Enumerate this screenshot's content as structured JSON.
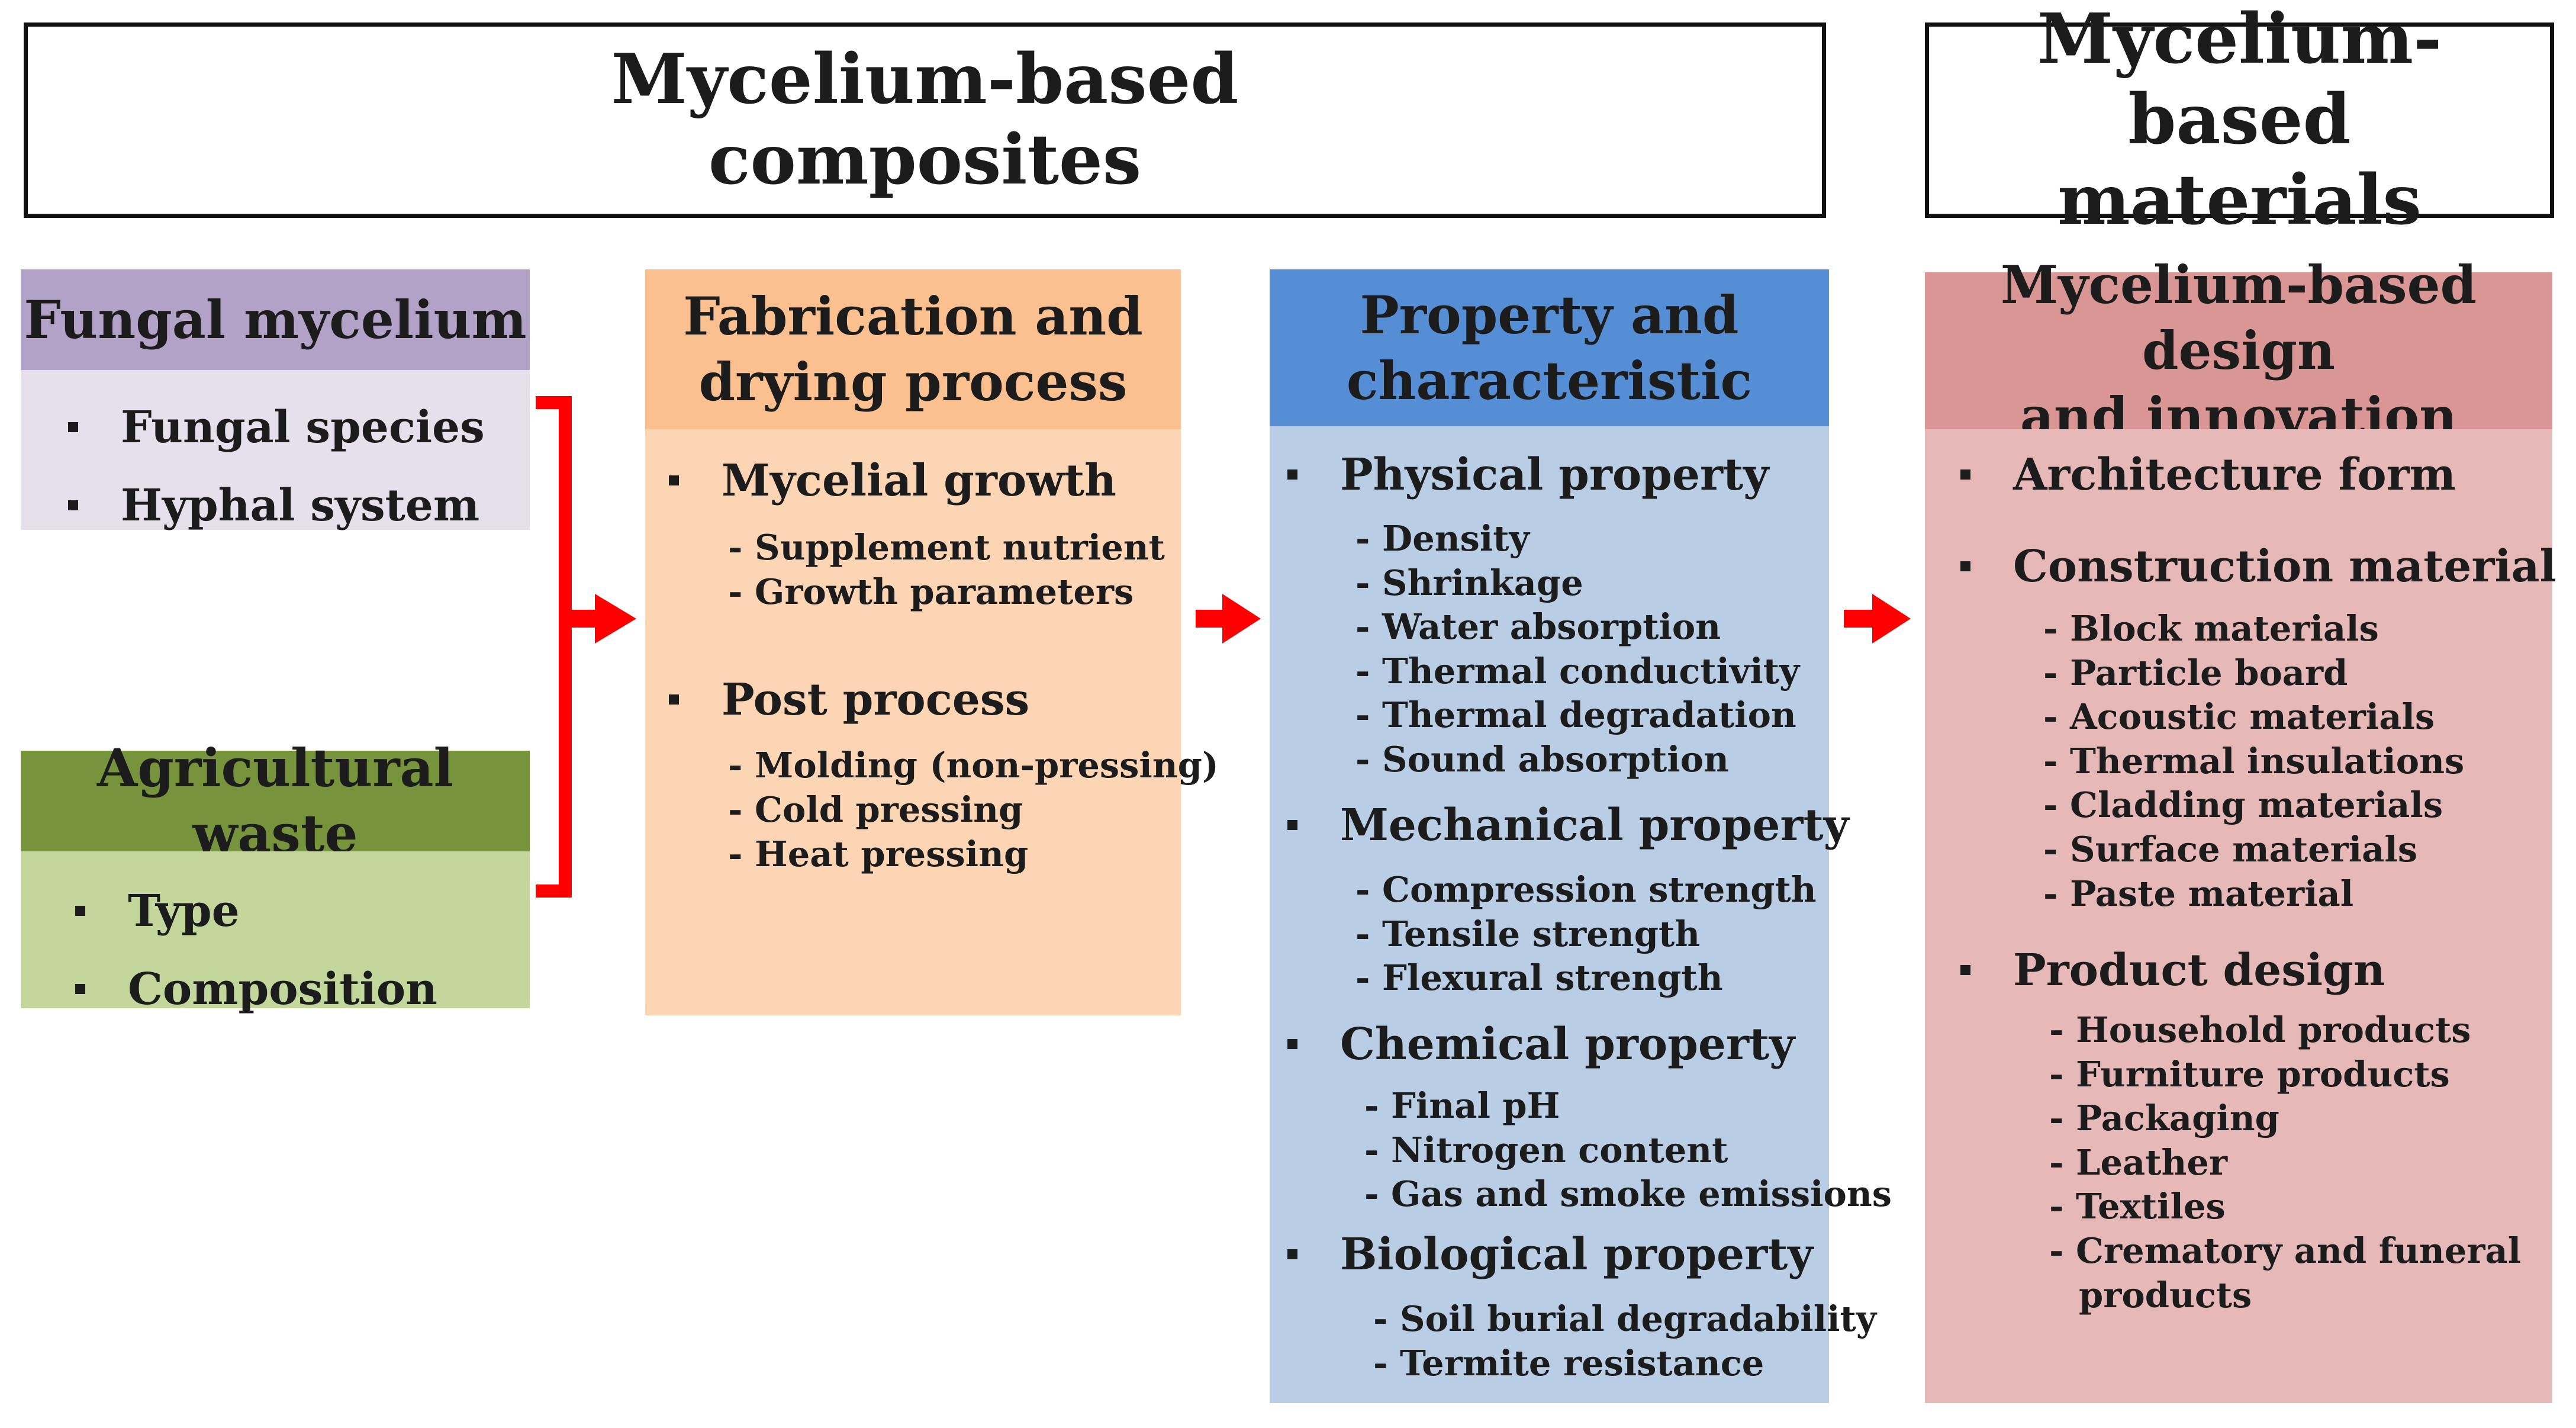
{
  "titles": {
    "composites": [
      "Mycelium-based",
      "composites"
    ],
    "materials": [
      "Mycelium-based",
      "materials"
    ]
  },
  "colors": {
    "fungal_head": "#b3a2c7",
    "fungal_body": "#e5e0ec",
    "agri_head": "#77933c",
    "agri_body": "#c3d69b",
    "fabrication_head": "#fac090",
    "fabrication_body": "#fcd5b5",
    "property_head": "#558ed5",
    "property_body": "#b9cde5",
    "design_head": "#d99694",
    "design_body": "#e6b9b8",
    "arrow": "#ff0000"
  },
  "fungal": {
    "title": "Fungal mycelium",
    "items": [
      "Fungal species",
      "Hyphal system"
    ]
  },
  "agri": {
    "title": "Agricultural waste",
    "items": [
      "Type",
      "Composition"
    ]
  },
  "fabrication": {
    "title": [
      "Fabrication and",
      "drying process"
    ],
    "groups": [
      {
        "title": "Mycelial growth",
        "items": [
          "- Supplement nutrient",
          "- Growth parameters"
        ]
      },
      {
        "title": "Post process",
        "items": [
          "- Molding  (non-pressing)",
          "- Cold pressing",
          "- Heat pressing"
        ]
      }
    ]
  },
  "property": {
    "title": [
      "Property and",
      "characteristic"
    ],
    "groups": [
      {
        "title": "Physical property",
        "items": [
          "- Density",
          "- Shrinkage",
          "- Water absorption",
          "- Thermal conductivity",
          "- Thermal degradation",
          "- Sound absorption"
        ]
      },
      {
        "title": "Mechanical property",
        "items": [
          "- Compression strength",
          "- Tensile strength",
          "- Flexural strength"
        ]
      },
      {
        "title": "Chemical property",
        "items": [
          "- Final pH",
          "- Nitrogen content",
          "- Gas and smoke emissions"
        ]
      },
      {
        "title": "Biological property",
        "items": [
          "- Soil burial degradability",
          "- Termite resistance"
        ]
      }
    ]
  },
  "design": {
    "title": [
      "Mycelium-based design",
      "and innovation"
    ],
    "groups": [
      {
        "title": "Architecture form",
        "items": []
      },
      {
        "title": "Construction material",
        "items": [
          "- Block materials",
          "- Particle board",
          "- Acoustic materials",
          "- Thermal insulations",
          "- Cladding materials",
          "- Surface materials",
          "- Paste material"
        ]
      },
      {
        "title": "Product design",
        "items": [
          "- Household products",
          "- Furniture products",
          "- Packaging",
          "- Leather",
          "- Textiles",
          "- Crematory and funeral",
          "products"
        ]
      }
    ]
  }
}
